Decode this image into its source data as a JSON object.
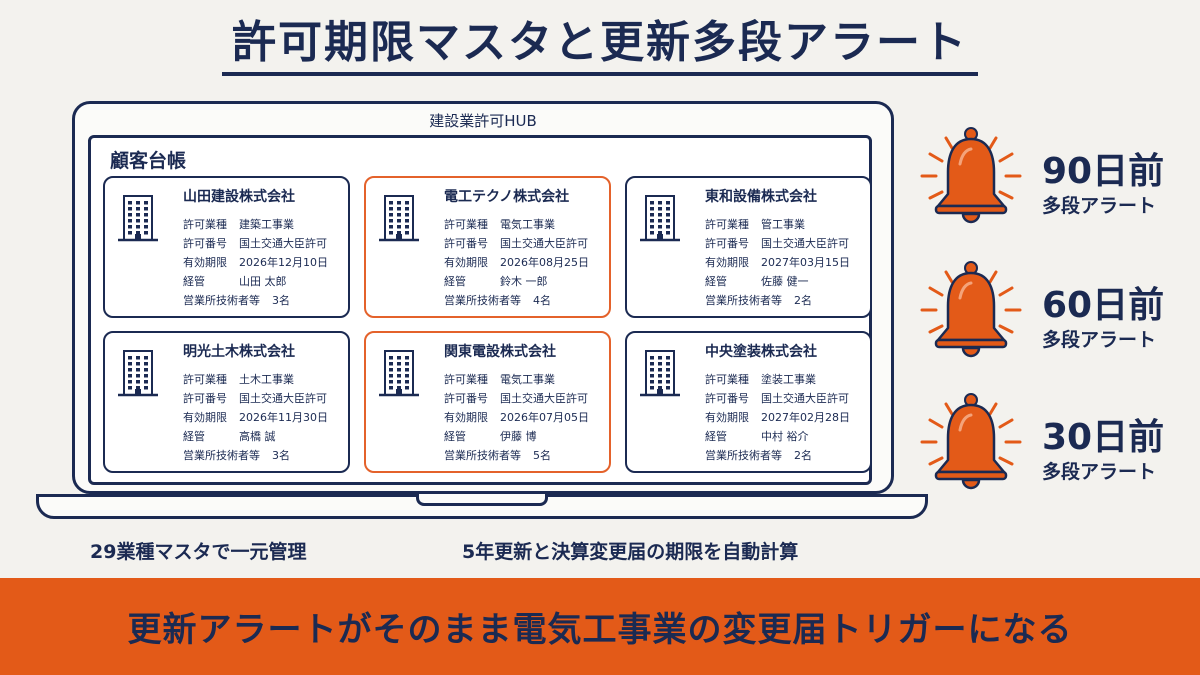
{
  "title": "許可期限マスタと更新多段アラート",
  "app_title": "建設業許可HUB",
  "ledger_title": "顧客台帳",
  "field_labels": {
    "type": "許可業種",
    "number": "許可番号",
    "expiry": "有効期限",
    "manager": "経管",
    "engineers": "営業所技術者等"
  },
  "companies": [
    {
      "name": "山田建設株式会社",
      "type": "建築工事業",
      "number": "国土交通大臣許可",
      "expiry": "2026年12月10日",
      "manager": "山田 太郎",
      "engineers": "3名",
      "highlight": false
    },
    {
      "name": "電工テクノ株式会社",
      "type": "電気工事業",
      "number": "国土交通大臣許可",
      "expiry": "2026年08月25日",
      "manager": "鈴木 一郎",
      "engineers": "4名",
      "highlight": true
    },
    {
      "name": "東和設備株式会社",
      "type": "管工事業",
      "number": "国土交通大臣許可",
      "expiry": "2027年03月15日",
      "manager": "佐藤 健一",
      "engineers": "2名",
      "highlight": false
    },
    {
      "name": "明光土木株式会社",
      "type": "土木工事業",
      "number": "国土交通大臣許可",
      "expiry": "2026年11月30日",
      "manager": "高橋 誠",
      "engineers": "3名",
      "highlight": false
    },
    {
      "name": "関東電設株式会社",
      "type": "電気工事業",
      "number": "国土交通大臣許可",
      "expiry": "2026年07月05日",
      "manager": "伊藤 博",
      "engineers": "5名",
      "highlight": true
    },
    {
      "name": "中央塗装株式会社",
      "type": "塗装工事業",
      "number": "国土交通大臣許可",
      "expiry": "2027年02月28日",
      "manager": "中村 裕介",
      "engineers": "2名",
      "highlight": false
    }
  ],
  "alerts": [
    {
      "days": "90日前",
      "label": "多段アラート"
    },
    {
      "days": "60日前",
      "label": "多段アラート"
    },
    {
      "days": "30日前",
      "label": "多段アラート"
    }
  ],
  "captions": {
    "left": "29業種マスタで一元管理",
    "right": "5年更新と決算変更届の期限を自動計算"
  },
  "footer": "更新アラートがそのまま電気工事業の変更届トリガーになる",
  "colors": {
    "navy": "#1b2a52",
    "accent": "#e35a18",
    "background": "#f3f2ee"
  },
  "icons": {
    "company": "building-icon",
    "alert": "bell-icon"
  }
}
